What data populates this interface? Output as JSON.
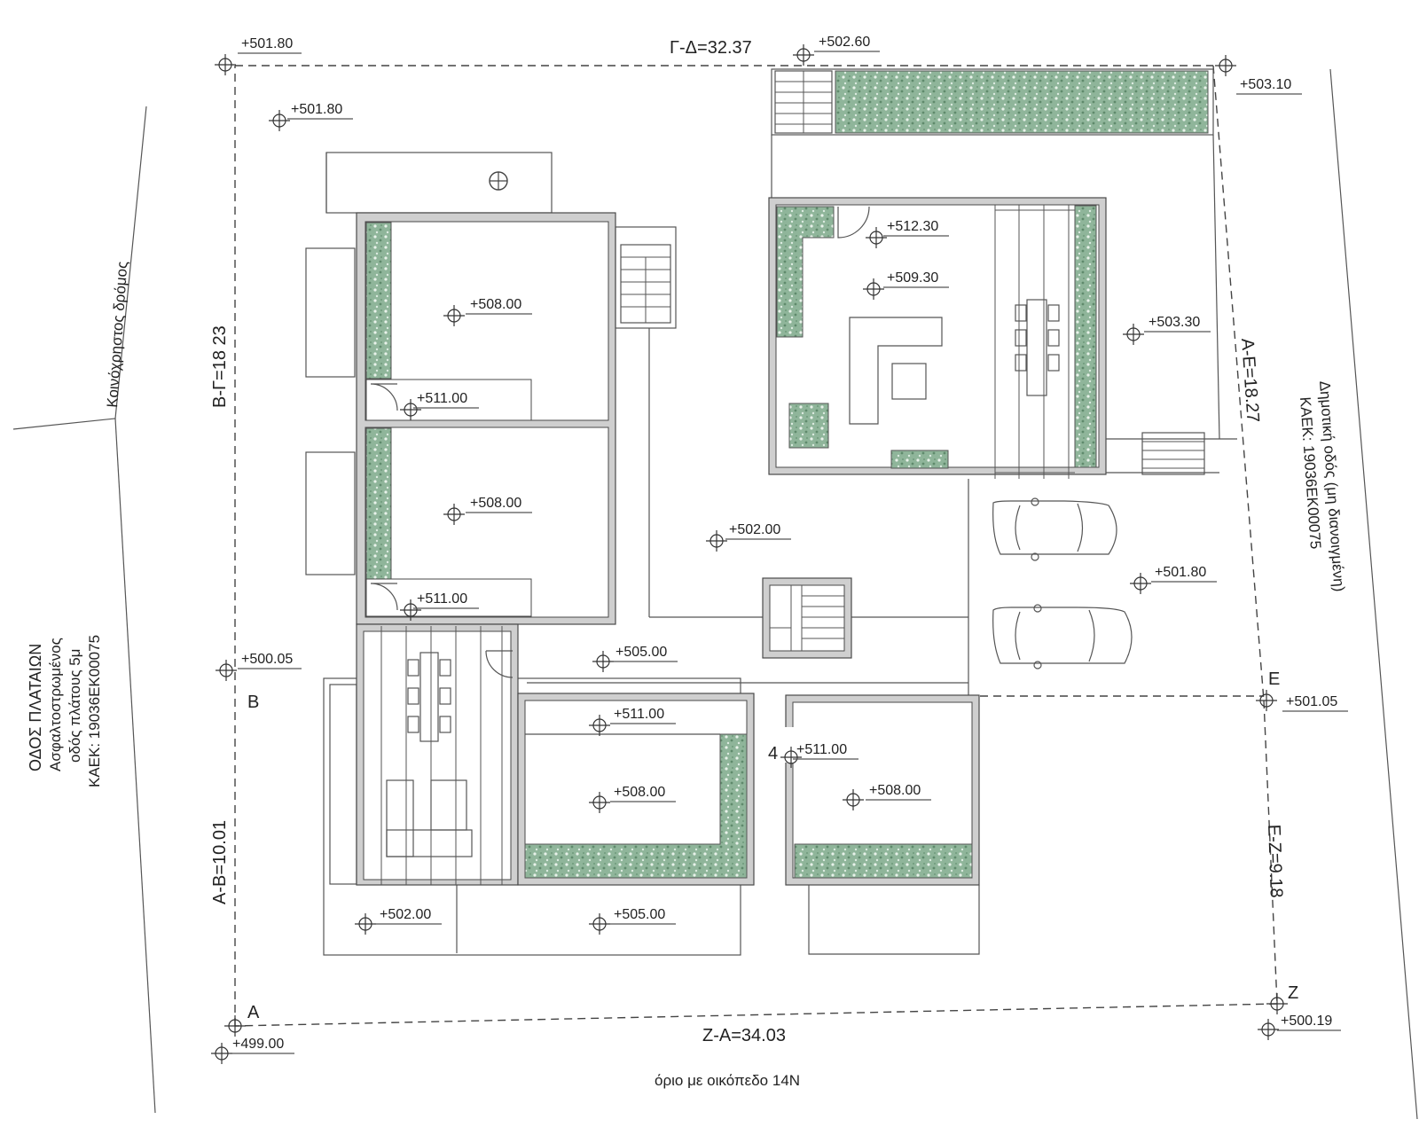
{
  "plot": {
    "side_gd": "Γ-Δ=32.37",
    "side_bg": "Β-Γ=18 23",
    "side_ab": "Α-Β=10.01",
    "side_za": "Ζ-Α=34.03",
    "side_ae": "Α-Ε=18.27",
    "side_ez": "Ε-Ζ=9.18",
    "point_a": "A",
    "point_b": "B",
    "point_e": "E",
    "point_z": "Z",
    "stair_mark": "4"
  },
  "levels": {
    "corner_tl": "+501.80",
    "inner_tl": "+501.80",
    "top_mid": "+502.60",
    "corner_tr": "+503.10",
    "room_a": "+508.00",
    "room_b": "+508.00",
    "landing_a": "+511.00",
    "landing_b": "+511.00",
    "upper_door": "+512.30",
    "upper_room": "+509.30",
    "east_yard": "+503.30",
    "courtyard": "+502.00",
    "parking": "+501.80",
    "west_mid": "+500.05",
    "patio": "+505.00",
    "south_landing": "+511.00",
    "south_room": "+508.00",
    "east_landing": "+511.00",
    "east_room": "+508.00",
    "south_terrace": "+502.00",
    "south_terrace_2": "+505.00",
    "corner_e": "+501.05",
    "corner_bl": "+499.00",
    "corner_br": "+500.19"
  },
  "captions": {
    "north_road": "Κοινόχρηστος δρόμος",
    "west_street_name": "ΟΔΟΣ ΠΛΑΤΑΙΩΝ",
    "west_street_desc": "Ασφαλτοστρωμένος",
    "west_street_width": "οδός πλάτους 5μ",
    "west_street_kaek": "ΚΑΕΚ: 19036ΕΚ00075",
    "east_road": "Δημοτική οδός (μη διανοιγμένη)",
    "east_road_kaek": "ΚΑΕΚ: 19036ΕΚ00075",
    "south_boundary": "όριο με  οικόπεδο 14Ν"
  },
  "colors": {
    "vegetation": "#8fb59a",
    "walls": "#cfcfcf"
  }
}
